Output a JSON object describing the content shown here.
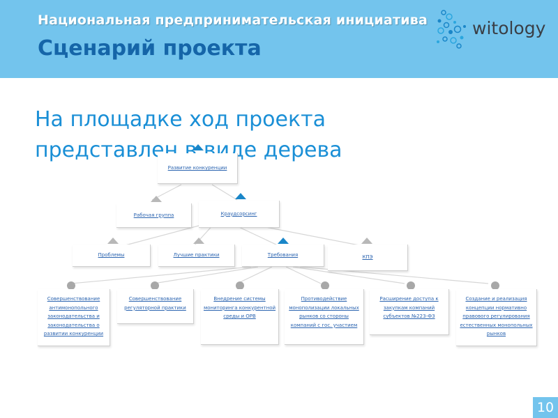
{
  "header": {
    "org_title": "Национальная предпринимательская инициатива",
    "slide_title": "Сценарий проекта",
    "logo_text": "witology",
    "logo_icon": "dots-cluster-icon",
    "background": "#73c4ed"
  },
  "lead": {
    "line1": "На площадке ход проекта",
    "line2": "представлен в виде дерева"
  },
  "tree": {
    "root": {
      "label": "Развитие конкуренции"
    },
    "level1": [
      {
        "label": "Рабочая группа"
      },
      {
        "label": "Краудсорсинг"
      }
    ],
    "level2": [
      {
        "label": "Проблемы"
      },
      {
        "label": "Лучшие практики"
      },
      {
        "label": "Требования"
      },
      {
        "label": "КПЭ"
      }
    ],
    "level3": [
      {
        "label": "Совершенствование антимонопольного законодательства и законодательства о развитии конкуренции"
      },
      {
        "label": "Совершенствование регуляторной практики"
      },
      {
        "label": "Внедрение системы мониторинга конкурентной среды и ОРВ"
      },
      {
        "label": "Противодействие монополизации локальных рынков со стороны компаний с гос. участием"
      },
      {
        "label": "Расширение доступа к закупкам компаний субъектов №223-ФЗ"
      },
      {
        "label": "Создание и реализация концепции нормативно правового регулирования естественных монопольных рынков"
      }
    ],
    "colors": {
      "link": "#2b64b0",
      "grey_marker": "#b8b8b8",
      "blue_marker": "#1a86c8"
    }
  },
  "page_number": "10"
}
